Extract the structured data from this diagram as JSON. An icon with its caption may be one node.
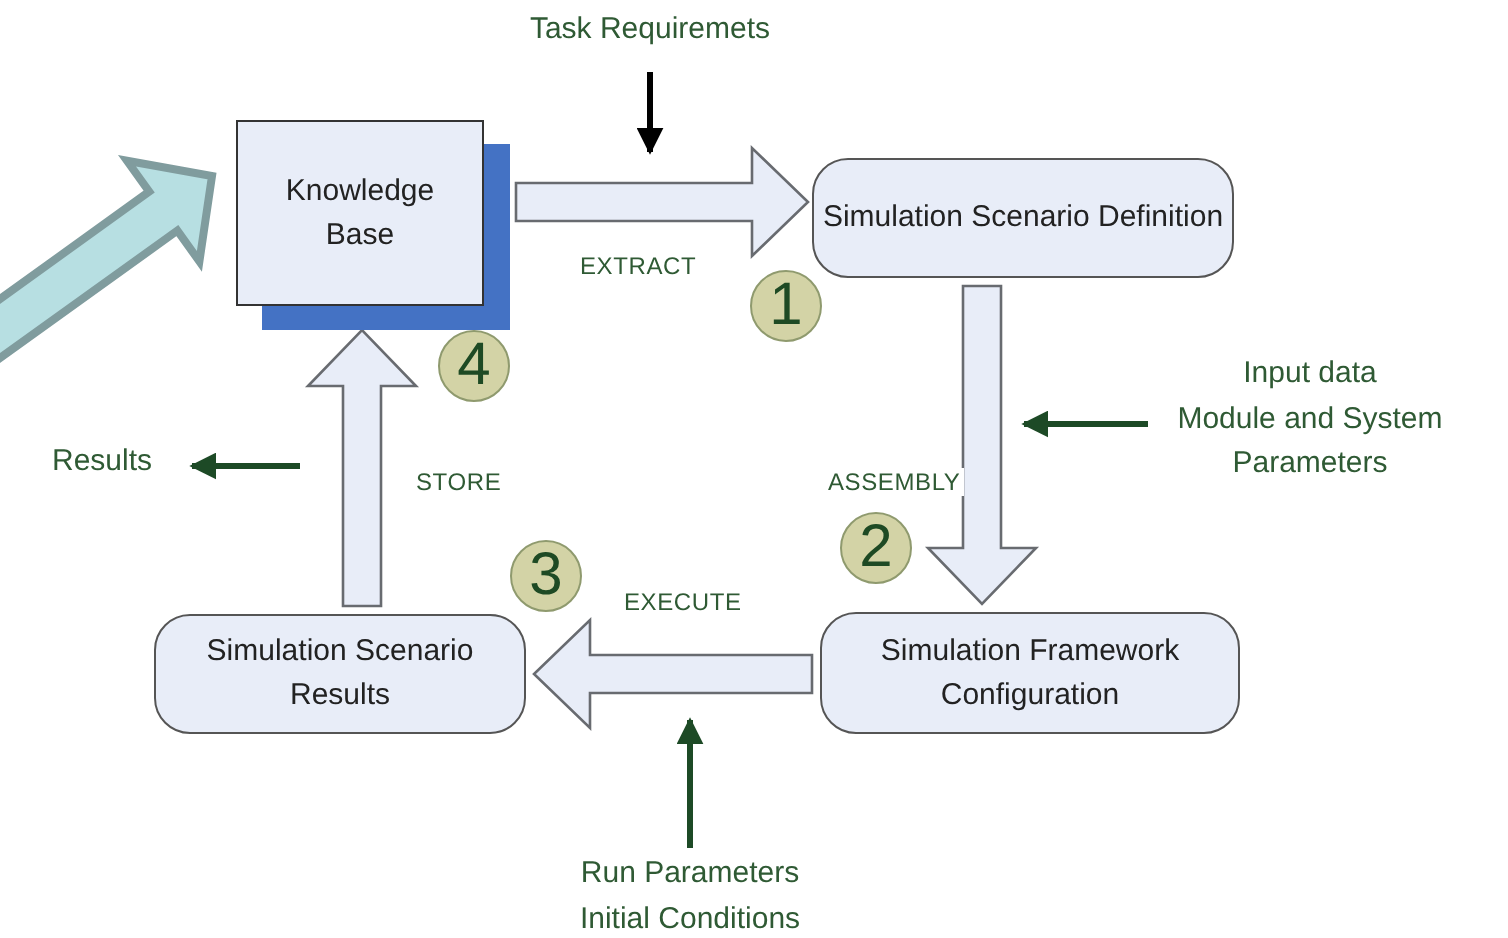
{
  "diagram": {
    "nodes": [
      {
        "text": [
          "Knowledge Base"
        ]
      },
      {
        "text": [
          "Simulation Scenario Definition"
        ]
      },
      {
        "text": [
          "Simulation Framework Configuration"
        ]
      },
      {
        "text": [
          "Simulation Scenario Results"
        ]
      },
      {
        "text": [
          "Task Requiremets"
        ]
      },
      {
        "text": [
          "Input data",
          "Module and System Parameters"
        ]
      },
      {
        "text": [
          "Run Parameters Initial Conditions"
        ]
      },
      {
        "text": [
          "Results"
        ]
      },
      {
        "text": [
          "1"
        ]
      },
      {
        "text": [
          "2"
        ]
      },
      {
        "text": [
          "3"
        ]
      },
      {
        "text": [
          "4"
        ]
      }
    ],
    "edges": [
      {
        "from": 0,
        "to": 1,
        "arrow": "to",
        "label": "EXTRACT",
        "style": "thick"
      },
      {
        "from": 1,
        "to": 2,
        "arrow": "to",
        "label": "ASSEMBLY",
        "style": "thick"
      },
      {
        "from": 2,
        "to": 3,
        "arrow": "to",
        "label": "EXECUTE",
        "style": "thick"
      },
      {
        "from": 3,
        "to": 0,
        "arrow": "to",
        "label": "STORE",
        "style": "thick"
      },
      {
        "from": 4,
        "to": null,
        "arrow": "to",
        "color": "#000000"
      },
      {
        "from": 5,
        "to": null,
        "arrow": "to"
      },
      {
        "from": 6,
        "to": null,
        "arrow": "to"
      },
      {
        "from": null,
        "to": 7,
        "arrow": "to"
      },
      {
        "from": null,
        "to": 0,
        "arrow": "to",
        "style": "thick",
        "color": "#b7dfe2"
      }
    ]
  }
}
